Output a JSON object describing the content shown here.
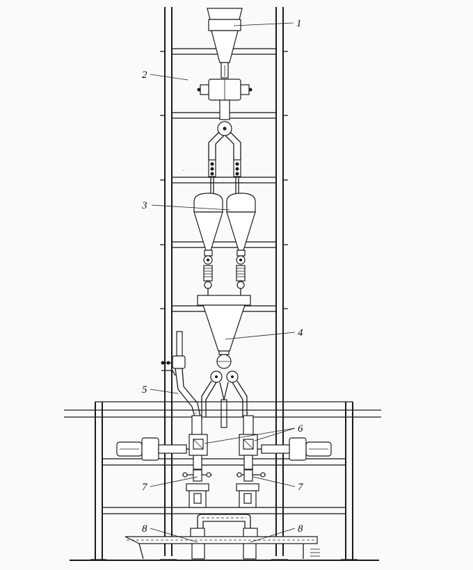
{
  "figure": {
    "callouts": [
      {
        "id": "c1",
        "text": "1"
      },
      {
        "id": "c2",
        "text": "2"
      },
      {
        "id": "c3",
        "text": "3"
      },
      {
        "id": "c4",
        "text": "4"
      },
      {
        "id": "c5",
        "text": "5"
      },
      {
        "id": "c6",
        "text": "6"
      },
      {
        "id": "c7l",
        "text": "7"
      },
      {
        "id": "c7r",
        "text": "7"
      },
      {
        "id": "c8l",
        "text": "8"
      },
      {
        "id": "c8r",
        "text": "8"
      }
    ]
  }
}
